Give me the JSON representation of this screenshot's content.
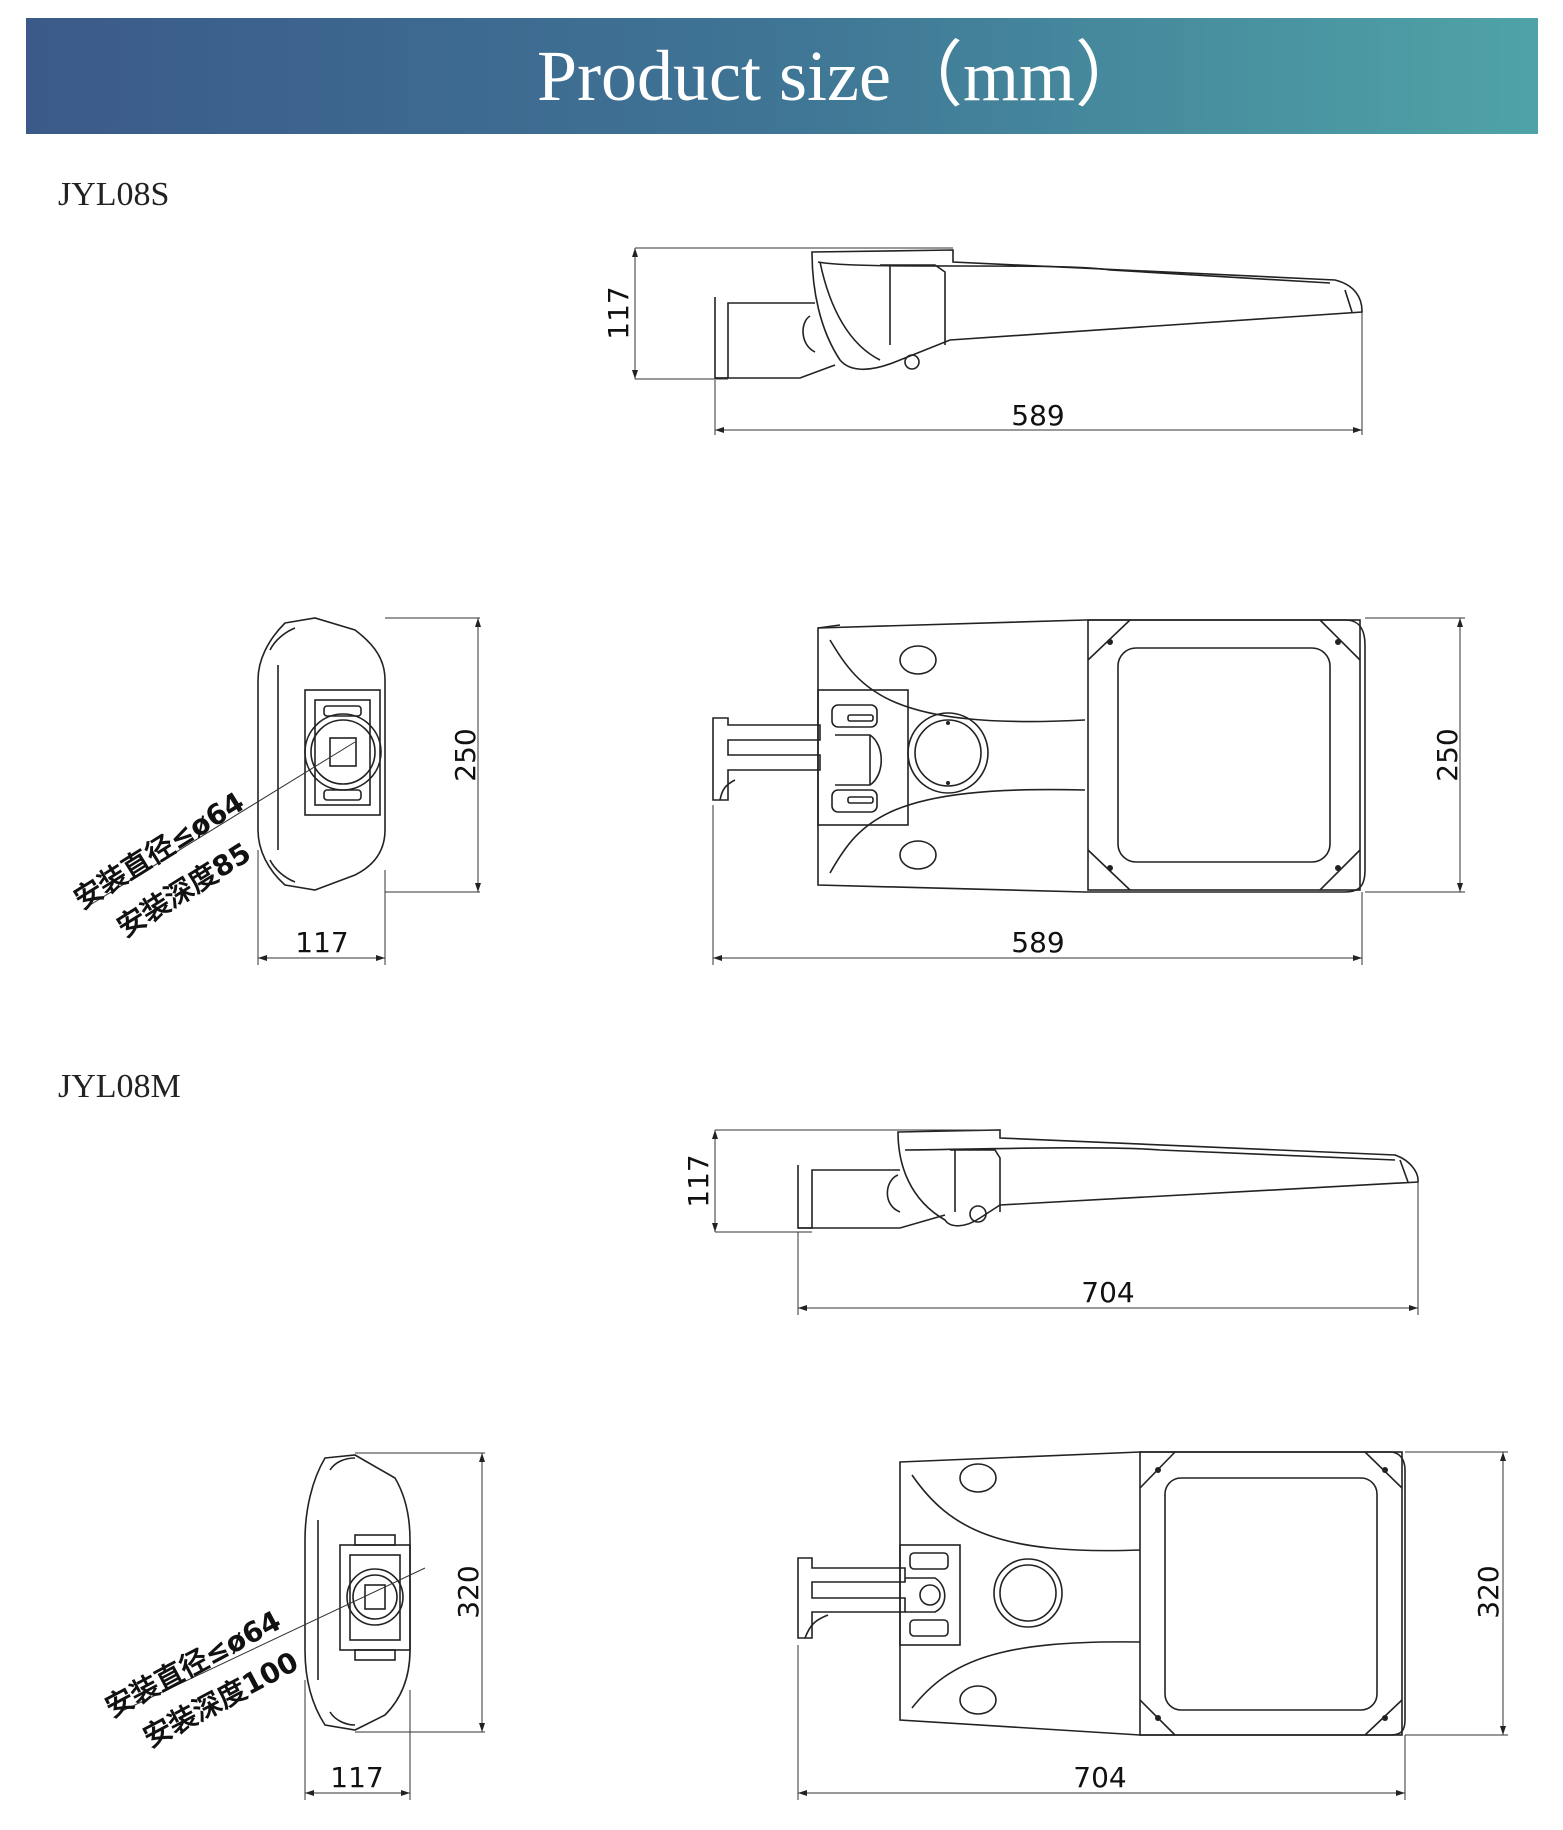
{
  "header": {
    "title": "Product size（mm）",
    "color_start": "#3b5a8a",
    "color_end": "#4fa3a7"
  },
  "models": [
    {
      "name": "JYL08S",
      "side_view": {
        "height": "117",
        "length": "589"
      },
      "end_view": {
        "width": "117",
        "height": "250",
        "note_line1": "安装直径≤ø64",
        "note_line2": "安装深度85"
      },
      "bottom_view": {
        "length": "589",
        "width": "250"
      }
    },
    {
      "name": "JYL08M",
      "side_view": {
        "height": "117",
        "length": "704"
      },
      "end_view": {
        "width": "117",
        "height": "320",
        "note_line1": "安装直径≤ø64",
        "note_line2": "安装深度100"
      },
      "bottom_view": {
        "length": "704",
        "width": "320"
      }
    }
  ]
}
